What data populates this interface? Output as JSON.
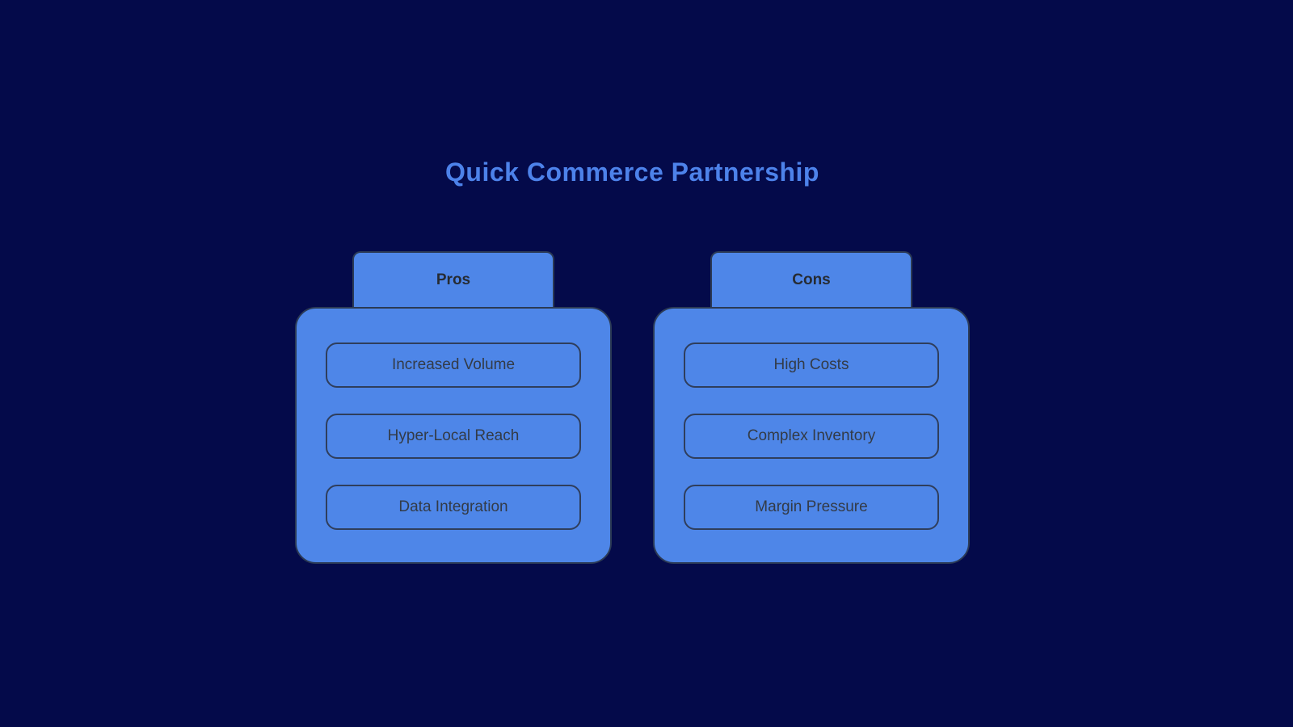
{
  "title": "Quick Commerce Partnership",
  "colors": {
    "background": "#040a4a",
    "card_fill": "#4e86e8",
    "card_border": "#2b3a55",
    "item_border": "#2f3e5c",
    "title_text": "#4d82ea",
    "tab_text": "#262b33",
    "item_text": "#333b47"
  },
  "columns": [
    {
      "label": "Pros",
      "items": [
        "Increased Volume",
        "Hyper-Local Reach",
        "Data Integration"
      ]
    },
    {
      "label": "Cons",
      "items": [
        "High Costs",
        "Complex Inventory",
        "Margin Pressure"
      ]
    }
  ]
}
